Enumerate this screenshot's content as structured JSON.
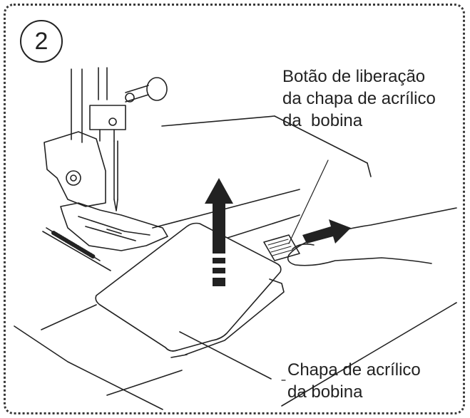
{
  "step": {
    "number": "2"
  },
  "labels": {
    "release_button": [
      "Botão de liberação",
      "da chapa de acrílico",
      "da  bobina"
    ],
    "bobbin_cover": [
      "Chapa de acrílico",
      "da bobina"
    ]
  }
}
